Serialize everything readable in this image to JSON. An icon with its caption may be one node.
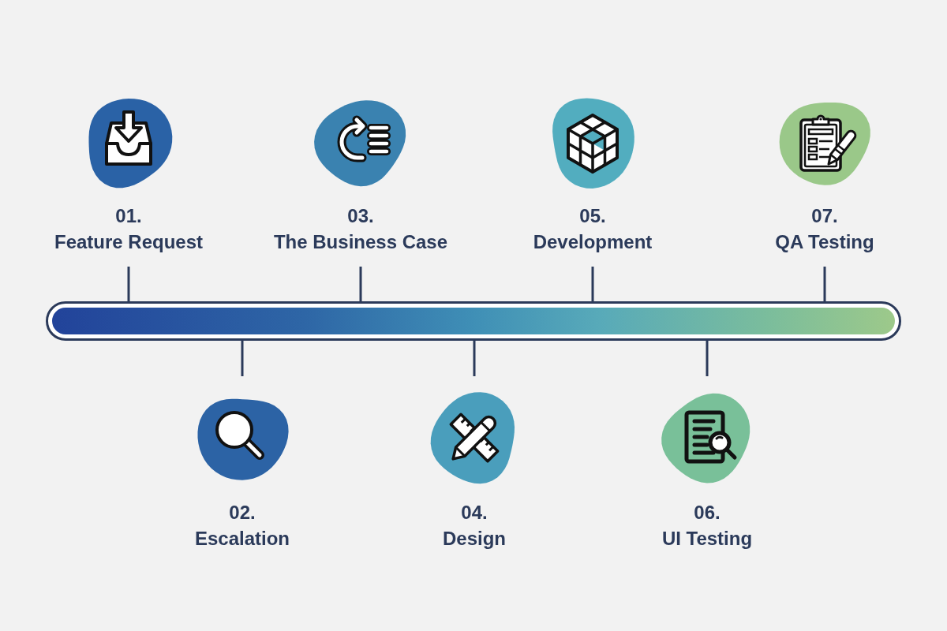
{
  "diagram": {
    "nodes": [
      {
        "text": [
          "01.",
          "Feature Request"
        ]
      },
      {
        "text": [
          "02.",
          "Escalation"
        ]
      },
      {
        "text": [
          "03.",
          "The Business Case"
        ]
      },
      {
        "text": [
          "04.",
          "Design"
        ]
      },
      {
        "text": [
          "05.",
          "Development"
        ]
      },
      {
        "text": [
          "06.",
          "UI Testing"
        ]
      },
      {
        "text": [
          "07.",
          "QA Testing"
        ]
      },
      {
        "text": [],
        "shape": "bar"
      }
    ],
    "edges": [
      {
        "from": 0,
        "to": 7,
        "arrow": "none"
      },
      {
        "from": 1,
        "to": 7,
        "arrow": "none"
      },
      {
        "from": 2,
        "to": 7,
        "arrow": "none"
      },
      {
        "from": 3,
        "to": 7,
        "arrow": "none"
      },
      {
        "from": 4,
        "to": 7,
        "arrow": "none"
      },
      {
        "from": 5,
        "to": 7,
        "arrow": "none"
      },
      {
        "from": 6,
        "to": 7,
        "arrow": "none"
      }
    ]
  }
}
